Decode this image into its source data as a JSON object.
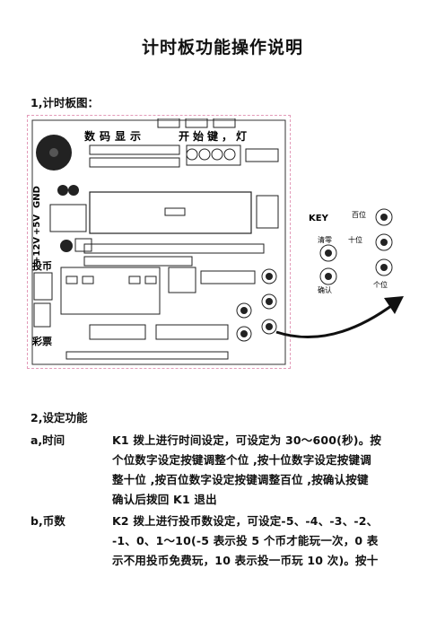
{
  "document": {
    "title": "计时板功能操作说明",
    "section1": "1,计时板图：",
    "board_labels": {
      "display": "数码显示",
      "start_light": "开始键，灯",
      "gnd": "GND",
      "v5": "+5V",
      "v12": "+12V",
      "coin": "投币",
      "lottery": "彩票",
      "key": "KEY",
      "hundreds": "百位",
      "tens": "十位",
      "ones": "个位",
      "clear": "清零",
      "confirm": "确认"
    },
    "section2": "2,设定功能",
    "items": [
      {
        "label": "a,时间",
        "lines": [
          "K1 拨上进行时间设定，可设定为 30～600(秒)。按",
          "个位数字设定按键调整个位 ,按十位数字设定按键调",
          "整十位 ,按百位数字设定按键调整百位 ,按确认按键",
          "确认后拨回 K1 退出"
        ]
      },
      {
        "label": "b,币数",
        "lines": [
          "K2 拨上进行投币数设定，可设定-5、-4、-3、-2、",
          "-1、0、1～10(-5 表示投 5 个币才能玩一次，0 表",
          "示不用投币免费玩，10 表示投一币玩 10 次)。按十"
        ]
      }
    ]
  }
}
